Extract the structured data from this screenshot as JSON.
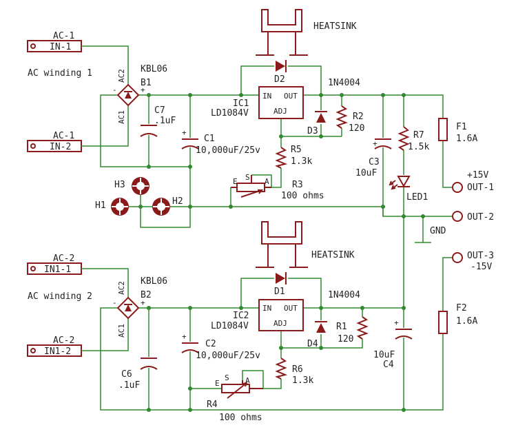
{
  "section1": {
    "heatsink": "HEATSINK",
    "ac_label": "AC winding 1",
    "j1": {
      "name": "AC-1",
      "pin": "IN-1"
    },
    "j2": {
      "name": "AC-1",
      "pin": "IN-2"
    },
    "bridge": {
      "ref": "B1",
      "part": "KBL06",
      "pin_ac2": "AC2",
      "pin_ac1": "AC1",
      "plus": "+",
      "minus": "-"
    },
    "reg": {
      "ref": "IC1",
      "part": "LD1084V",
      "in": "IN",
      "out": "OUT",
      "adj": "ADJ"
    },
    "diode_top": {
      "ref": "D2",
      "part": "1N4004"
    },
    "diode_side": {
      "ref": "D3"
    },
    "c_small": {
      "ref": "C7",
      "value": ".1uF"
    },
    "c_big": {
      "ref": "C1",
      "value": "10,000uF/25v"
    },
    "r_top": {
      "ref": "R2",
      "value": "120"
    },
    "r_adj": {
      "ref": "R5",
      "value": "1.3k"
    },
    "pot": {
      "ref": "R3",
      "value": "100 ohms",
      "e": "E",
      "s": "S",
      "a": "A"
    },
    "c_out": {
      "ref": "C3",
      "value": "10uF"
    },
    "r_led": {
      "ref": "R7",
      "value": "1.5k"
    },
    "led": {
      "ref": "LED1"
    },
    "fuse": {
      "ref": "F1",
      "value": "1.6A"
    },
    "out_voltage": "+15V",
    "out_label": "OUT-1"
  },
  "holes": {
    "h1": "H1",
    "h2": "H2",
    "h3": "H3"
  },
  "gnd_out": {
    "label": "OUT-2",
    "gnd": "GND"
  },
  "section2": {
    "heatsink": "HEATSINK",
    "ac_label": "AC winding 2",
    "j1": {
      "name": "AC-2",
      "pin": "IN1-1"
    },
    "j2": {
      "name": "AC-2",
      "pin": "IN1-2"
    },
    "bridge": {
      "ref": "B2",
      "part": "KBL06",
      "pin_ac2": "AC2",
      "pin_ac1": "AC1",
      "plus": "+",
      "minus": "-"
    },
    "reg": {
      "ref": "IC2",
      "part": "LD1084V",
      "in": "IN",
      "out": "OUT",
      "adj": "ADJ"
    },
    "diode_top": {
      "ref": "D1",
      "part": "1N4004"
    },
    "diode_side": {
      "ref": "D4"
    },
    "c_small": {
      "ref": "C6",
      "value": ".1uF"
    },
    "c_big": {
      "ref": "C2",
      "value": "10,000uF/25v"
    },
    "r_top": {
      "ref": "R1",
      "value": "120"
    },
    "r_adj": {
      "ref": "R6",
      "value": "1.3k"
    },
    "pot": {
      "ref": "R4",
      "value": "100 ohms",
      "e": "E",
      "s": "S",
      "a": "A"
    },
    "c_out": {
      "ref": "C4",
      "value": "10uF"
    },
    "fuse": {
      "ref": "F2",
      "value": "1.6A"
    },
    "out_label": "OUT-3",
    "out_voltage": "-15V"
  },
  "colors": {
    "wire": "#2f8a2f",
    "part": "#8b1a1a",
    "text": "#222222",
    "background": "#ffffff"
  }
}
